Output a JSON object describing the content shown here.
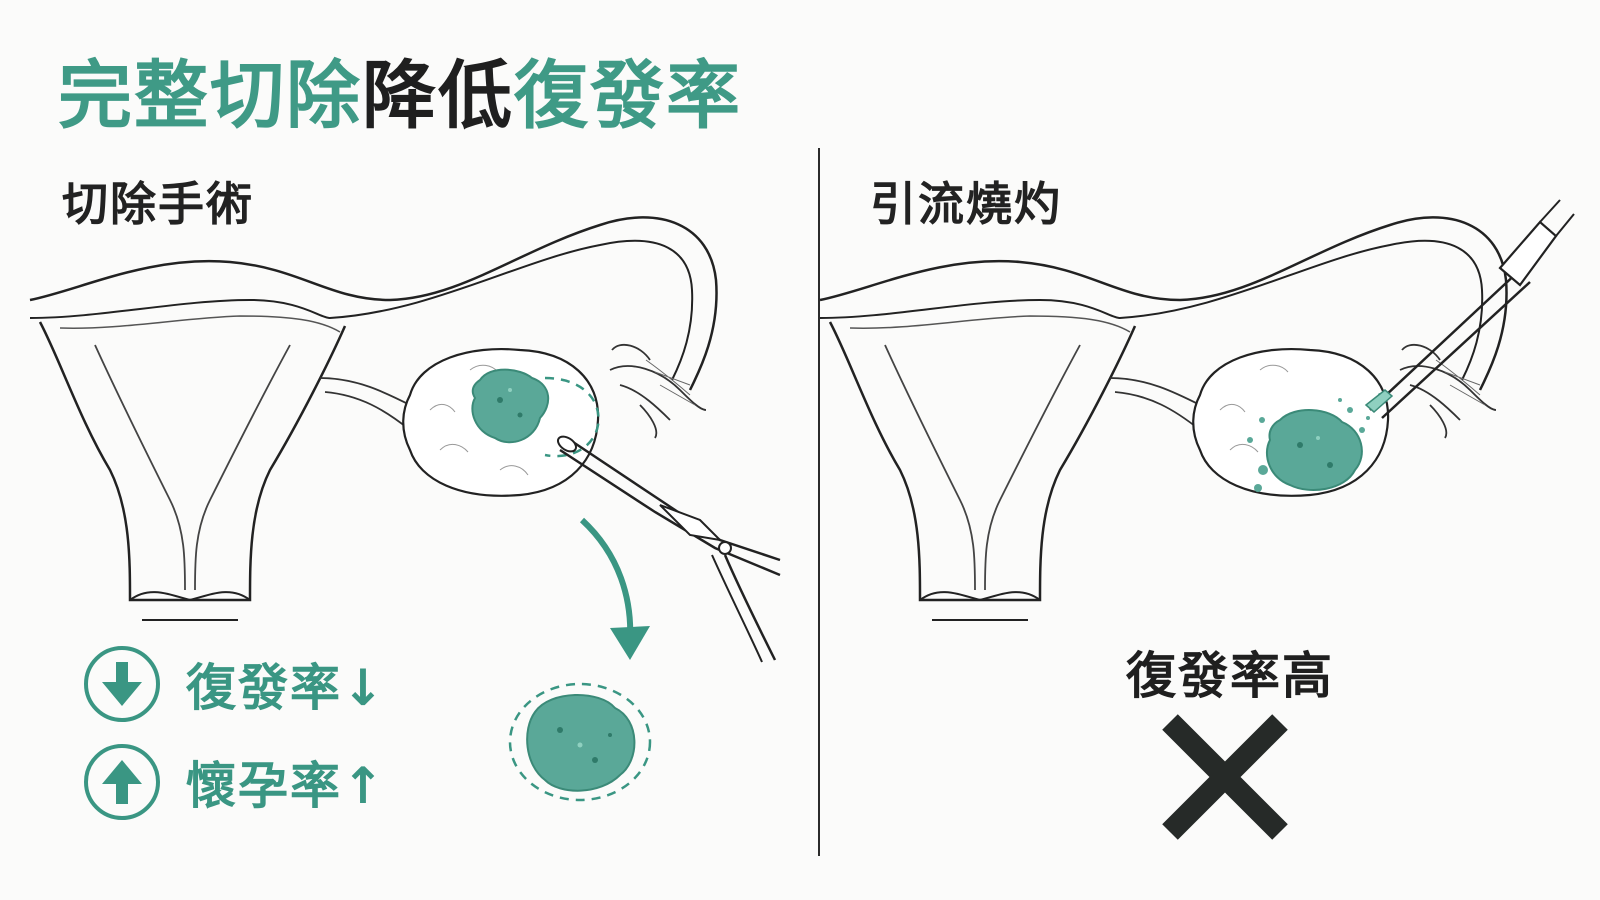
{
  "title": {
    "segments": [
      {
        "text": "完整切除",
        "color": "#3f9a86"
      },
      {
        "text": "降低",
        "color": "#1f1f1f"
      },
      {
        "text": "復發率",
        "color": "#3f9a86"
      }
    ]
  },
  "left_panel": {
    "heading": "切除手術",
    "stats": [
      {
        "label": "復發率↓",
        "icon": "arrow-down-circle-icon"
      },
      {
        "label": "懷孕率↑",
        "icon": "arrow-up-circle-icon"
      }
    ]
  },
  "right_panel": {
    "heading": "引流燒灼",
    "result_label": "復發率高",
    "result_icon": "x-mark-icon"
  },
  "colors": {
    "accent": "#3f9a86",
    "ink": "#1f1f1f",
    "cyst": "#5aa898"
  }
}
